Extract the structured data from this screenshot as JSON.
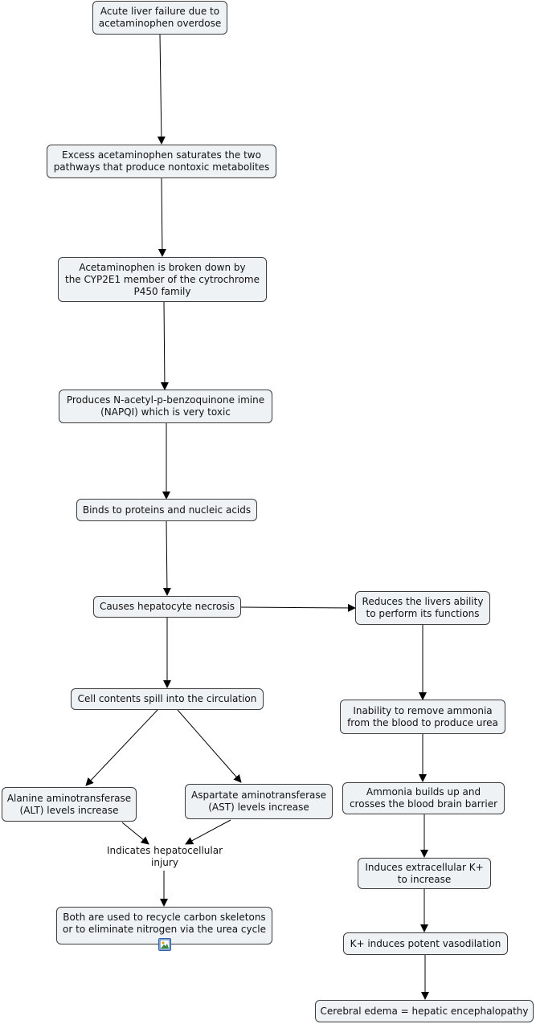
{
  "nodes": {
    "n1": "Acute liver failure due to\nacetaminophen overdose",
    "n2": "Excess acetaminophen saturates the two\npathways that produce nontoxic metabolites",
    "n3": "Acetaminophen is broken down by\nthe CYP2E1 member of the cytrochrome\nP450 family",
    "n4": "Produces N-acetyl-p-benzoquinone imine\n(NAPQI) which is very toxic",
    "n5": "Binds to proteins and nucleic acids",
    "n6": "Causes hepatocyte necrosis",
    "n7": "Reduces the livers ability\nto perform its functions",
    "n8": "Cell contents spill into the circulation",
    "n9": "Inability to remove ammonia\nfrom the blood to produce urea",
    "n10": "Alanine aminotransferase\n(ALT) levels increase",
    "n11": "Aspartate aminotransferase\n(AST) levels increase",
    "n12": "Ammonia builds up and\ncrosses the blood brain barrier",
    "n13": "Indicates hepatocellular\ninjury",
    "n14": "Induces extracellular K+\nto increase",
    "n15": "Both are used to recycle carbon skeletons\nor to eliminate nitrogen via the urea cycle",
    "n16": "K+ induces potent vasodilation",
    "n17": "Cerebral edema = hepatic encephalopathy"
  },
  "icons": {
    "attachment": "image-attachment-icon"
  }
}
